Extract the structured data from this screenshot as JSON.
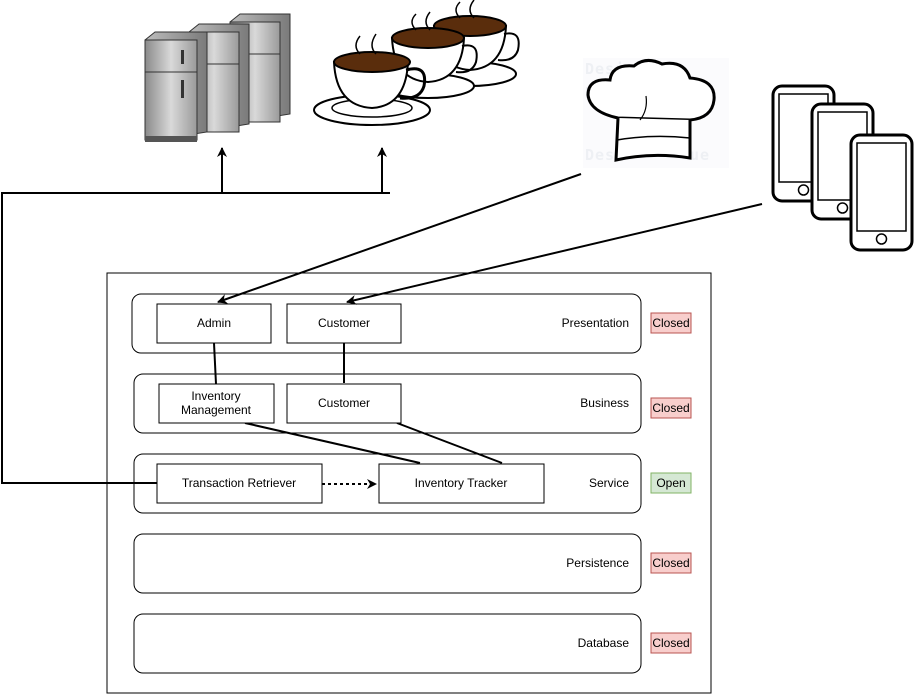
{
  "layers": [
    {
      "label": "Presentation",
      "access": "Closed"
    },
    {
      "label": "Business",
      "access": "Closed"
    },
    {
      "label": "Service",
      "access": "Open"
    },
    {
      "label": "Persistence",
      "access": "Closed"
    },
    {
      "label": "Database",
      "access": "Closed"
    }
  ],
  "components": {
    "admin": "Admin",
    "customer_presentation": "Customer",
    "inventory_management_line1": "Inventory",
    "inventory_management_line2": "Management",
    "customer_business": "Customer",
    "transaction_retriever": "Transaction Retriever",
    "inventory_tracker": "Inventory Tracker"
  },
  "badge_colors": {
    "closed_fill": "#f8cecc",
    "closed_stroke": "#b85450",
    "open_fill": "#d5e8d4",
    "open_stroke": "#82b366"
  },
  "icons": [
    "refrigerators-icon",
    "coffee-cups-icon",
    "chef-hat-icon",
    "smartphones-icon"
  ]
}
